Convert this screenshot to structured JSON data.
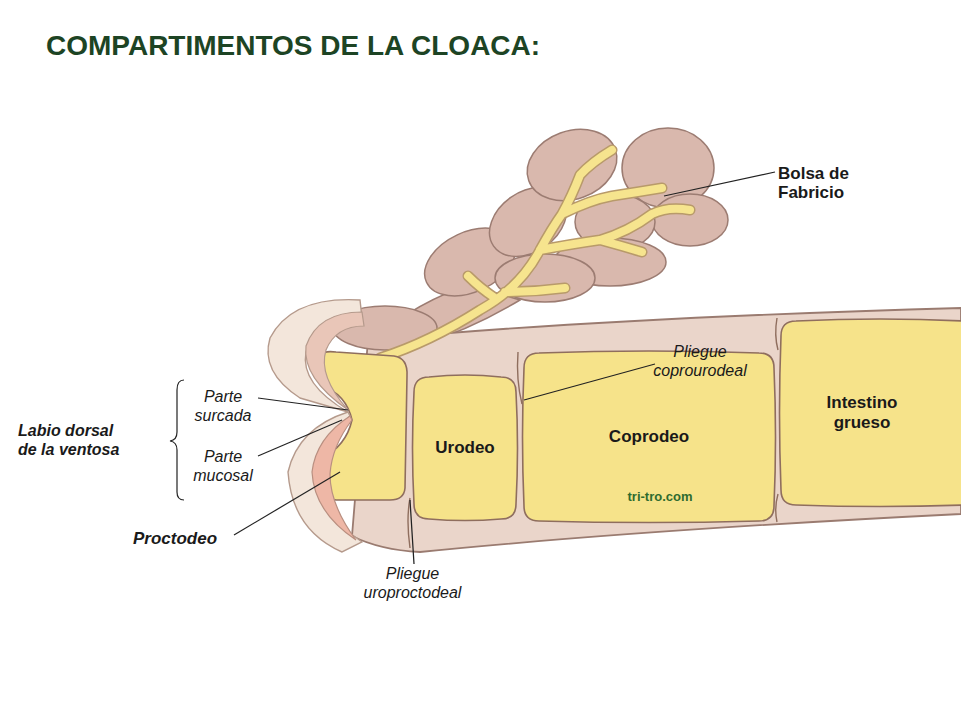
{
  "diagram": {
    "title": "COMPARTIMENTOS DE LA CLOACA:",
    "nodes": [
      {
        "text": [
          "Urodeo"
        ]
      },
      {
        "text": [
          "Coprodeo"
        ]
      },
      {
        "text": [
          "Intestino grueso"
        ]
      }
    ],
    "labels": [
      "Bolsa de Fabricio",
      "Pliegue coprourodeal",
      "Parte surcada",
      "Labio dorsal de la ventosa",
      "Parte mucosal",
      "Proctodeo",
      "Pliegue uroproctodeal",
      "tri-tro.com"
    ]
  }
}
